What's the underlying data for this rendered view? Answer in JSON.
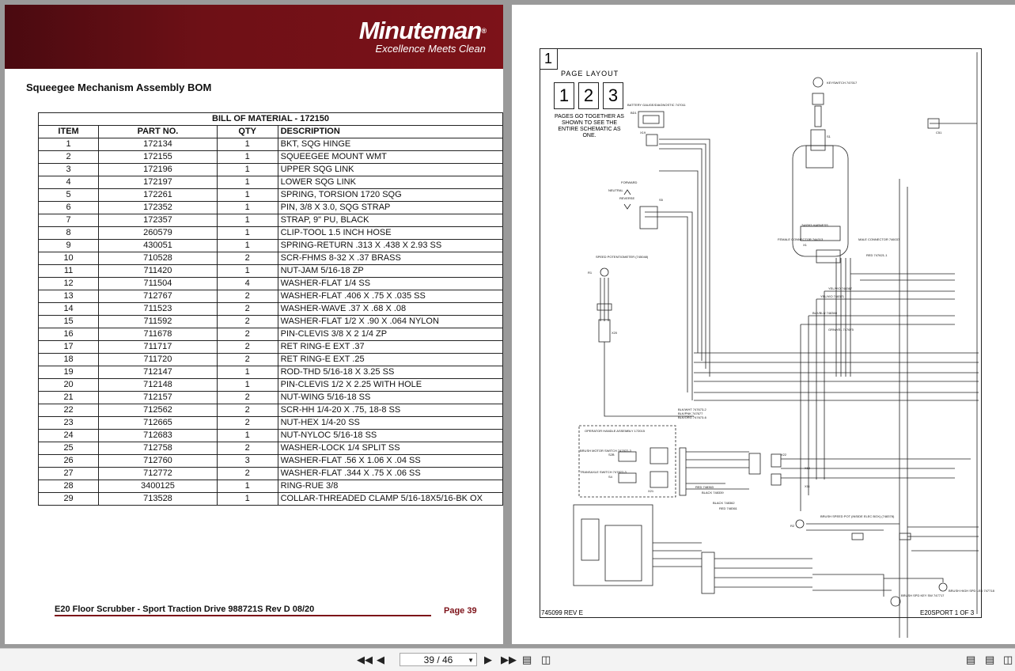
{
  "brand": {
    "name": "Minuteman",
    "reg": "®",
    "tagline": "Excellence Meets Clean"
  },
  "section_title": "Squeegee Mechanism Assembly BOM",
  "bom": {
    "title": "BILL OF MATERIAL - 172150",
    "headers": {
      "item": "ITEM",
      "part": "PART NO.",
      "qty": "QTY",
      "desc": "DESCRIPTION"
    },
    "rows": [
      [
        "1",
        "172134",
        "1",
        "BKT, SQG HINGE"
      ],
      [
        "2",
        "172155",
        "1",
        "SQUEEGEE MOUNT WMT"
      ],
      [
        "3",
        "172196",
        "1",
        "UPPER SQG LINK"
      ],
      [
        "4",
        "172197",
        "1",
        "LOWER SQG LINK"
      ],
      [
        "5",
        "172261",
        "1",
        "SPRING, TORSION 1720 SQG"
      ],
      [
        "6",
        "172352",
        "1",
        "PIN, 3/8 X 3.0, SQG STRAP"
      ],
      [
        "7",
        "172357",
        "1",
        "STRAP, 9\" PU, BLACK"
      ],
      [
        "8",
        "260579",
        "1",
        "CLIP-TOOL 1.5 INCH HOSE"
      ],
      [
        "9",
        "430051",
        "1",
        "SPRING-RETURN .313 X .438 X 2.93 SS"
      ],
      [
        "10",
        "710528",
        "2",
        "SCR-FHMS 8-32 X .37 BRASS"
      ],
      [
        "11",
        "711420",
        "1",
        "NUT-JAM 5/16-18 ZP"
      ],
      [
        "12",
        "711504",
        "4",
        "WASHER-FLAT 1/4 SS"
      ],
      [
        "13",
        "712767",
        "2",
        "WASHER-FLAT .406 X .75 X .035 SS"
      ],
      [
        "14",
        "711523",
        "2",
        "WASHER-WAVE .37 X .68 X .08"
      ],
      [
        "15",
        "711592",
        "2",
        "WASHER-FLAT 1/2 X .90 X .064 NYLON"
      ],
      [
        "16",
        "711678",
        "2",
        "PIN-CLEVIS 3/8 X 2 1/4 ZP"
      ],
      [
        "17",
        "711717",
        "2",
        "RET RING-E EXT .37"
      ],
      [
        "18",
        "711720",
        "2",
        "RET RING-E EXT .25"
      ],
      [
        "19",
        "712147",
        "1",
        "ROD-THD 5/16-18 X 3.25 SS"
      ],
      [
        "20",
        "712148",
        "1",
        "PIN-CLEVIS 1/2 X 2.25 WITH HOLE"
      ],
      [
        "21",
        "712157",
        "2",
        "NUT-WING 5/16-18 SS"
      ],
      [
        "22",
        "712562",
        "2",
        "SCR-HH 1/4-20 X .75, 18-8 SS"
      ],
      [
        "23",
        "712665",
        "2",
        "NUT-HEX 1/4-20 SS"
      ],
      [
        "24",
        "712683",
        "1",
        "NUT-NYLOC 5/16-18 SS"
      ],
      [
        "25",
        "712758",
        "2",
        "WASHER-LOCK 1/4 SPLIT SS"
      ],
      [
        "26",
        "712760",
        "3",
        "WASHER-FLAT .56 X 1.06 X .04 SS"
      ],
      [
        "27",
        "712772",
        "2",
        "WASHER-FLAT .344 X .75 X .06 SS"
      ],
      [
        "28",
        "3400125",
        "1",
        "RING-RUE 3/8"
      ],
      [
        "29",
        "713528",
        "1",
        "COLLAR-THREADED CLAMP 5/16-18X5/16-BK OX"
      ]
    ]
  },
  "footer": {
    "doc": "E20 Floor Scrubber - Sport Traction Drive 988721S Rev D 08/20",
    "page": "Page  39"
  },
  "schematic": {
    "sheet_number": "1",
    "layout_label": "PAGE LAYOUT",
    "pages": [
      "1",
      "2",
      "3"
    ],
    "layout_note": "PAGES GO TOGETHER AS SHOWN TO SEE THE ENTIRE SCHEMATIC AS ONE.",
    "drawing_number": "745099  REV E",
    "sheet": "E20SPORT  1  OF  3",
    "labels": {
      "bd1": "BD1",
      "x19": "X19",
      "s5": "S5",
      "r1": "R1",
      "x20": "X20",
      "s1": "S1",
      "x1": "X1",
      "c51": "C51",
      "r2": "R2",
      "s2b": "S2B",
      "s4": "S4",
      "x22": "X22",
      "x10": "X10",
      "x11": "X11",
      "x21": "X21",
      "keyswitch": "KEYSWITCH 747017",
      "battery": "BATTERY GAUGE/DIAGNOSTIC 747011",
      "forward": "FORWARD",
      "neutral": "NEUTRAL",
      "reverse": "REVERSE",
      "speed_pot": "SPEED POTENTIOMETER (745048)",
      "harness": "748393 HARNESS",
      "female_conn": "FEMALE CONNECTOR 744313",
      "male_conn": "MALE CONNECTOR 746037",
      "brush_pot": "BRUSH SPEED POT (INSIDE ELEC BOX) (748378)",
      "operator": "OPERATOR HANDLE ASSEMBLY 172015",
      "brush_motor_sw": "BRUSH MOTOR SWITCH 747822-3",
      "transaxle_sw": "TRANSAXLE SWITCH 747822-3",
      "brush_led": "BRUSH HIGH SPD LED 747718",
      "brush_spd_sw": "BRUSH SPD KEY SW 747717",
      "w_red": "RED 747621-1",
      "w_yel": "YEL/VIO 748367",
      "w_yel2": "YEL/VIO 748371",
      "w_blk": "BLK/BLU 748360",
      "w_grn": "GRN/YEL 747675",
      "w_blkwht": "BLK/WHT 747673-2",
      "w_blkpnk": "BLK/PNK 747677",
      "w_blkorg": "BLK/ORG 747673-6",
      "w_red2": "RED 748363",
      "w_blk2": "BLACK 748339",
      "w_blk3": "BLACK 748362",
      "w_red3": "RED 748361"
    }
  },
  "toolbar": {
    "page_indicator": "39 / 46"
  },
  "colors": {
    "banner": "#7d1219",
    "accent": "#7d1219",
    "toolbar_bg": "#f3f3f3",
    "background": "#9a9a9a"
  }
}
